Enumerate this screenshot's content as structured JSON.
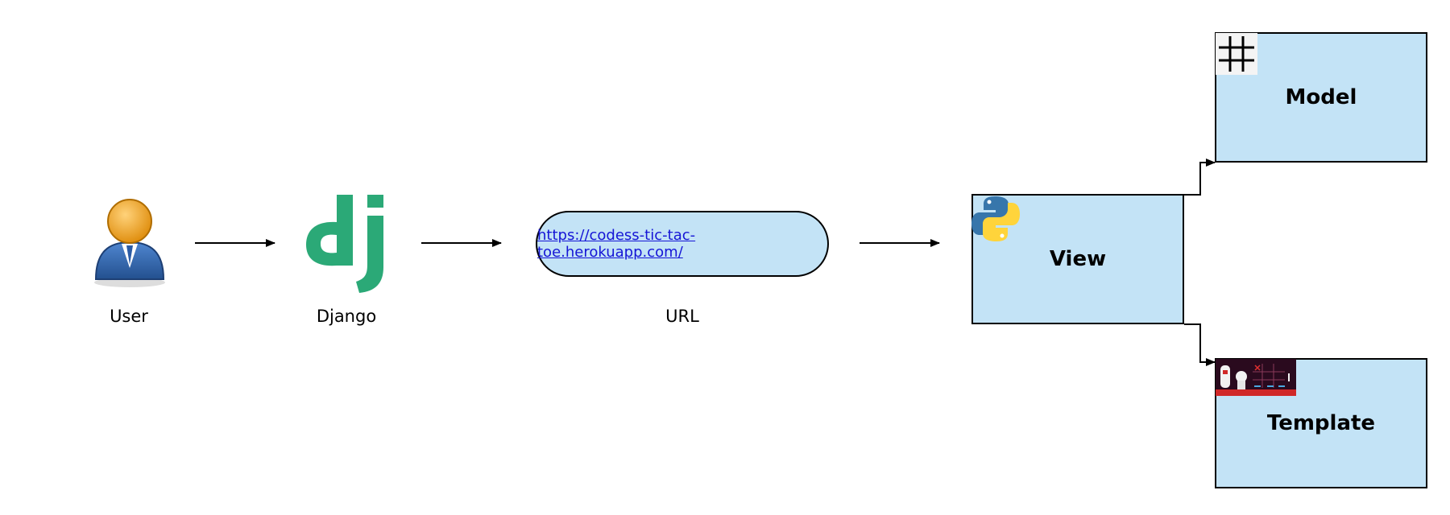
{
  "nodes": {
    "user": {
      "label": "User",
      "icon": "user-icon"
    },
    "django": {
      "label": "Django",
      "icon": "django-logo-icon"
    },
    "url": {
      "label": "URL",
      "link": "https://codess-tic-tac-toe.herokuapp.com/"
    },
    "view": {
      "label": "View",
      "icon": "python-logo-icon"
    },
    "model": {
      "label": "Model",
      "icon": "tic-tac-toe-grid-icon"
    },
    "template": {
      "label": "Template",
      "icon": "game-screenshot-thumbnail"
    }
  },
  "colors": {
    "box_fill": "#c3e3f6",
    "stroke": "#000000",
    "link": "#1515d6",
    "django_green": "#2ba977",
    "user_head": "#f0a830",
    "user_body": "#3a6db5",
    "python_blue": "#3776ab",
    "python_yellow": "#ffd43b"
  }
}
